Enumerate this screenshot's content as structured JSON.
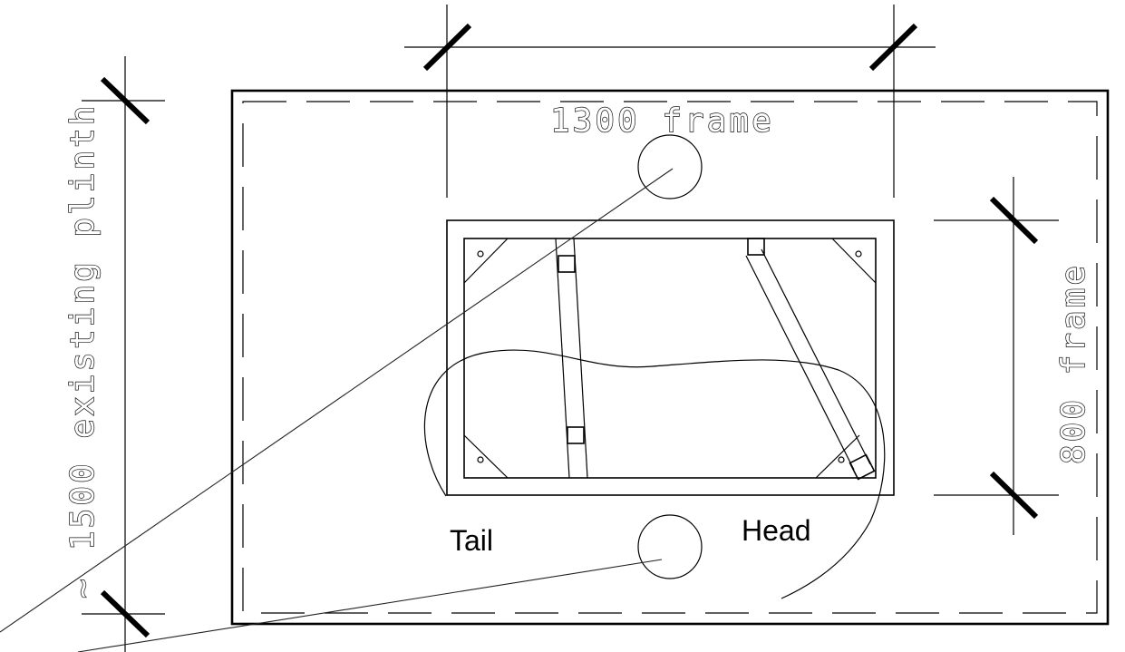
{
  "labels": {
    "width_dimension": "1300 frame",
    "plinth_dimension": "1500 existing plinth",
    "plinth_prefix": "~",
    "height_dimension": "800 frame",
    "tail": "Tail",
    "head": "Head"
  }
}
